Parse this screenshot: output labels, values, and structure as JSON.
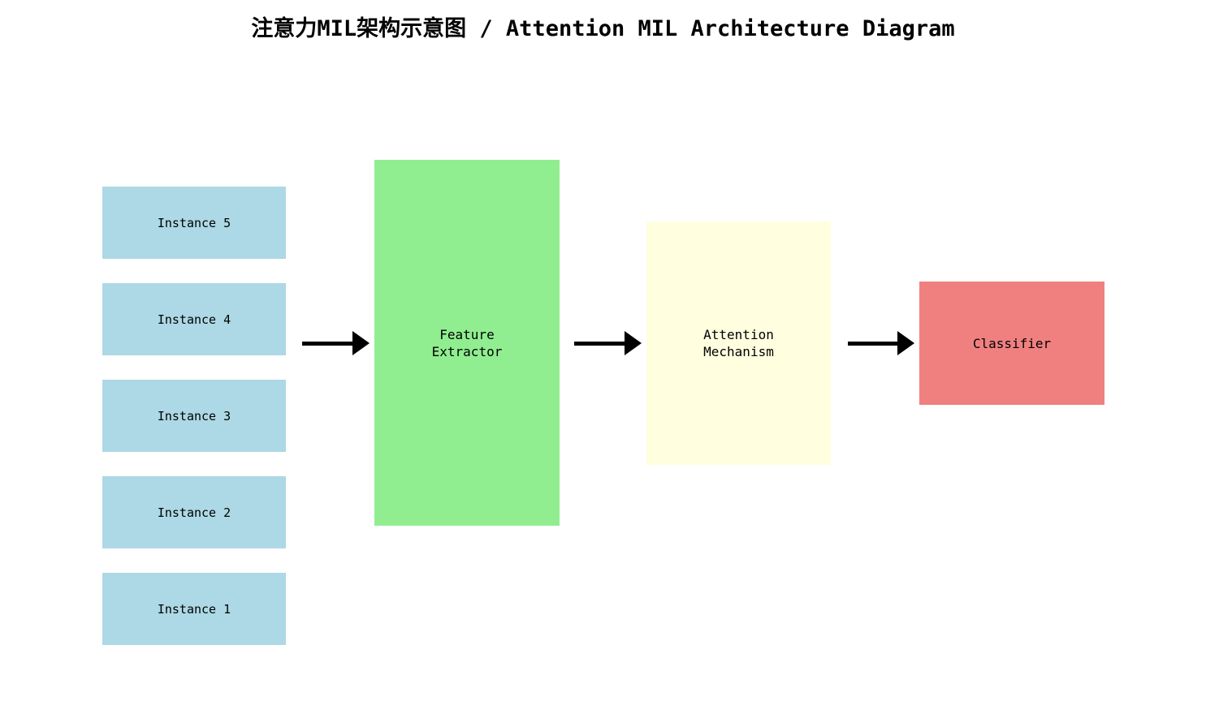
{
  "title": "注意力MIL架构示意图 / Attention MIL Architecture Diagram",
  "instances": [
    {
      "label": "Instance 5"
    },
    {
      "label": "Instance 4"
    },
    {
      "label": "Instance 3"
    },
    {
      "label": "Instance 2"
    },
    {
      "label": "Instance 1"
    }
  ],
  "stages": {
    "feature_extractor": {
      "label": "Feature\nExtractor",
      "color": "#90EE90"
    },
    "attention_mechanism": {
      "label": "Attention\nMechanism",
      "color": "#FFFFE0"
    },
    "classifier": {
      "label": "Classifier",
      "color": "#F08080"
    }
  },
  "colors": {
    "instance_fill": "#ADD8E6",
    "arrow": "#000000",
    "background": "#FFFFFF",
    "text": "#000000"
  }
}
